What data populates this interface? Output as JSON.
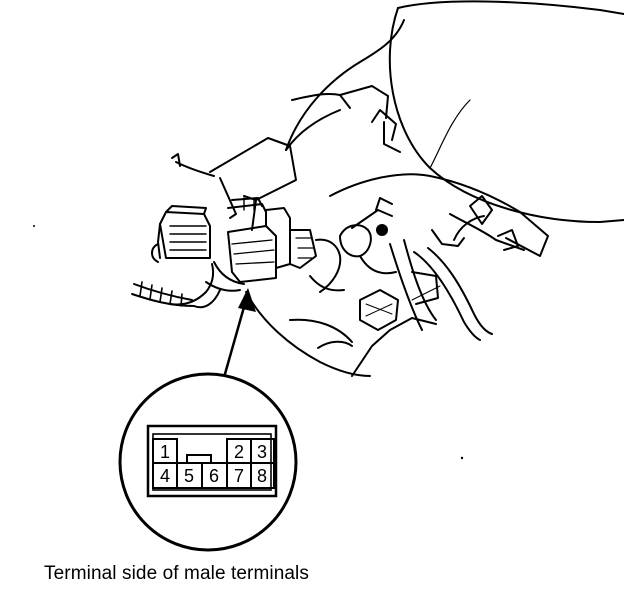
{
  "caption": "Terminal side of male terminals",
  "connector": {
    "top_row": [
      "1",
      "2",
      "3"
    ],
    "bottom_row": [
      "4",
      "5",
      "6",
      "7",
      "8"
    ]
  },
  "colors": {
    "ink": "#000000",
    "paper": "#ffffff"
  }
}
